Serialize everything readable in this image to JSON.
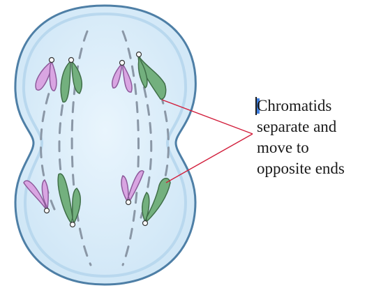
{
  "label": {
    "lines": [
      "Chromatids",
      "separate and",
      "move to",
      "opposite ends"
    ]
  },
  "colors": {
    "cell_fill": "#d7ecf9",
    "cell_outline": "#4e7fa6",
    "spindle": "#8a97a6",
    "chromatid_pink": "#d9a5e2",
    "chromatid_green": "#73b07e",
    "leader_line": "#d21f3c"
  }
}
